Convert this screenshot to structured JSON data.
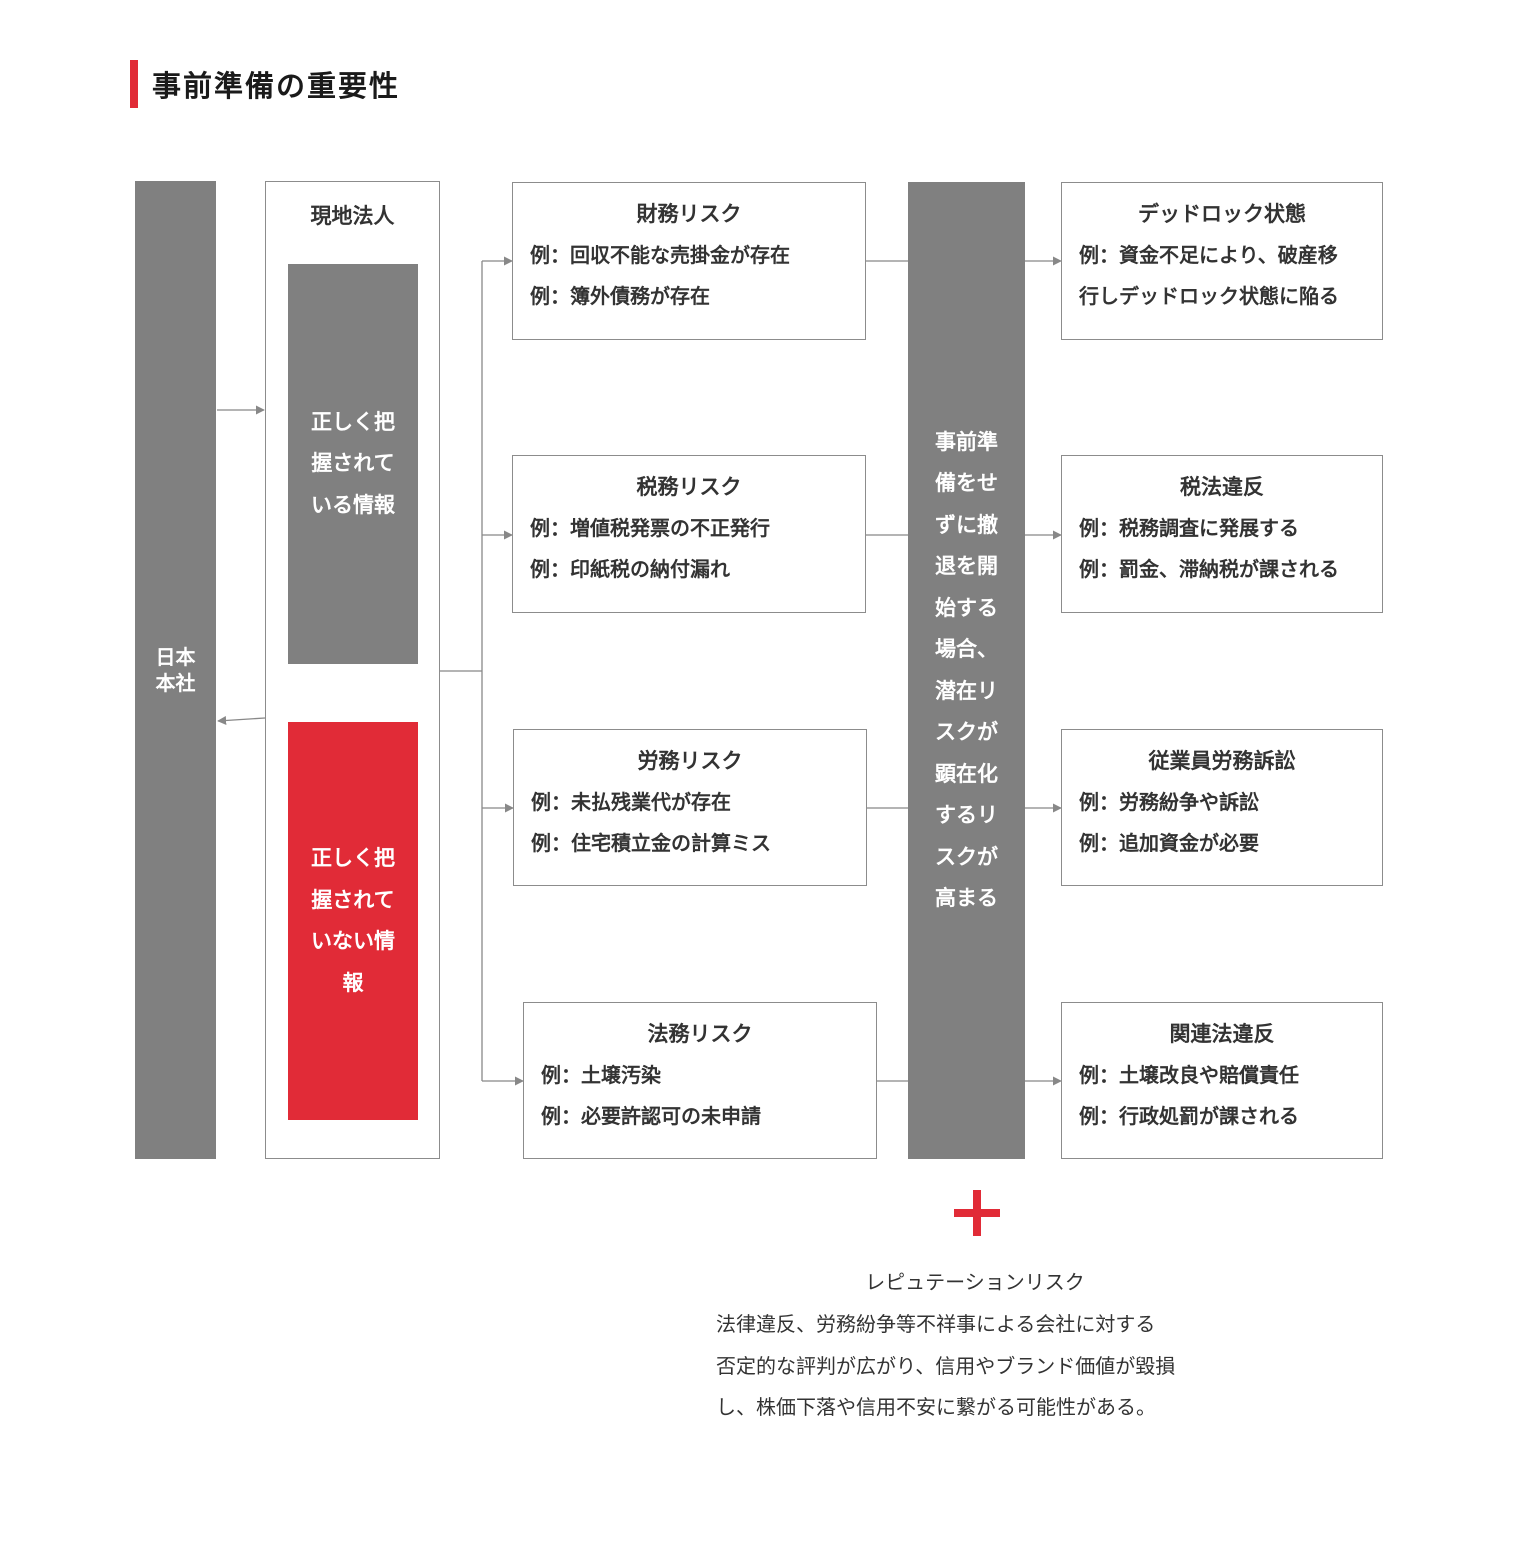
{
  "title": "事前準備の重要性",
  "headquarters": "日本\n本社",
  "subsidiary": {
    "title": "現地法人",
    "known_info": "正しく把握されている情報",
    "unknown_info": "正しく把握されていない情報"
  },
  "risks": [
    {
      "title": "財務リスク",
      "lines": [
        "例：回収不能な売掛金が存在",
        "例：簿外債務が存在"
      ]
    },
    {
      "title": "税務リスク",
      "lines": [
        "例：増値税発票の不正発行",
        "例：印紙税の納付漏れ"
      ]
    },
    {
      "title": "労務リスク",
      "lines": [
        "例：未払残業代が存在",
        "例：住宅積立金の計算ミス"
      ]
    },
    {
      "title": "法務リスク",
      "lines": [
        "例：土壌汚染",
        "例：必要許認可の未申請"
      ]
    }
  ],
  "center_text": "事前準備をせずに撤退を開始する場合、潜在リスクが顕在化するリスクが高まる",
  "outcomes": [
    {
      "title": "デッドロック状態",
      "lines": [
        "例：資金不足により、破産移",
        "行しデッドロック状態に陥る"
      ]
    },
    {
      "title": "税法違反",
      "lines": [
        "例：税務調査に発展する",
        "例：罰金、滞納税が課される"
      ]
    },
    {
      "title": "従業員労務訴訟",
      "lines": [
        "例：労務紛争や訴訟",
        "例：追加資金が必要"
      ]
    },
    {
      "title": "関連法違反",
      "lines": [
        "例：土壌改良や賠償責任",
        "例：行政処罰が課される"
      ]
    }
  ],
  "reputation": {
    "title": "レピュテーションリスク",
    "lines": [
      "法律違反、労務紛争等不祥事による会社に対する",
      "否定的な評判が広がり、信用やブランド価値が毀損",
      "し、株価下落や信用不安に繋がる可能性がある。"
    ]
  },
  "colors": {
    "accent": "#e12b37",
    "gray": "#808080",
    "border": "#8c8c8c",
    "line": "#888888"
  }
}
